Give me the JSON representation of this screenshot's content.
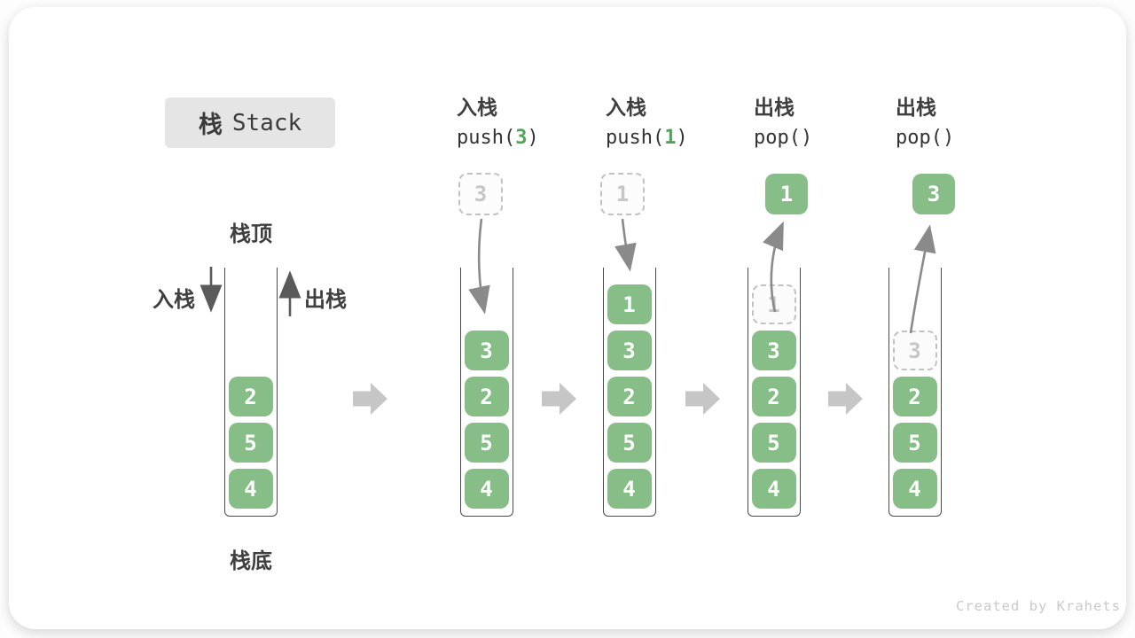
{
  "title": {
    "zh": "栈",
    "en": "Stack"
  },
  "stack_labels": {
    "top": "栈顶",
    "bottom": "栈底"
  },
  "side_labels": {
    "push": "入栈",
    "pop": "出栈"
  },
  "operations": [
    {
      "zh": "入栈",
      "fn": "push(",
      "arg": "3",
      "close": ")"
    },
    {
      "zh": "入栈",
      "fn": "push(",
      "arg": "1",
      "close": ")"
    },
    {
      "zh": "出栈",
      "fn": "pop(",
      "arg": "",
      "close": ")"
    },
    {
      "zh": "出栈",
      "fn": "pop(",
      "arg": "",
      "close": ")"
    }
  ],
  "floating_values": [
    {
      "value": "3",
      "style": "dashed"
    },
    {
      "value": "1",
      "style": "dashed"
    },
    {
      "value": "1",
      "style": "solid"
    },
    {
      "value": "3",
      "style": "solid"
    }
  ],
  "stacks": [
    {
      "blocks": [
        {
          "v": "2"
        },
        {
          "v": "5"
        },
        {
          "v": "4"
        }
      ]
    },
    {
      "blocks": [
        {
          "v": "3"
        },
        {
          "v": "2"
        },
        {
          "v": "5"
        },
        {
          "v": "4"
        }
      ]
    },
    {
      "blocks": [
        {
          "v": "1"
        },
        {
          "v": "3"
        },
        {
          "v": "2"
        },
        {
          "v": "5"
        },
        {
          "v": "4"
        }
      ]
    },
    {
      "blocks": [
        {
          "v": "1",
          "ghost": true
        },
        {
          "v": "3"
        },
        {
          "v": "2"
        },
        {
          "v": "5"
        },
        {
          "v": "4"
        }
      ]
    },
    {
      "blocks": [
        {
          "v": "3",
          "ghost": true
        },
        {
          "v": "2"
        },
        {
          "v": "5"
        },
        {
          "v": "4"
        }
      ]
    }
  ],
  "credit": "Created by Krahets",
  "colors": {
    "block_green": "#87be87",
    "accent_green": "#4fa45a",
    "arrow_gray": "#8a8a8a",
    "dark_arrow": "#5a5a5a",
    "block_arrow_gray": "#c6c6c6"
  }
}
